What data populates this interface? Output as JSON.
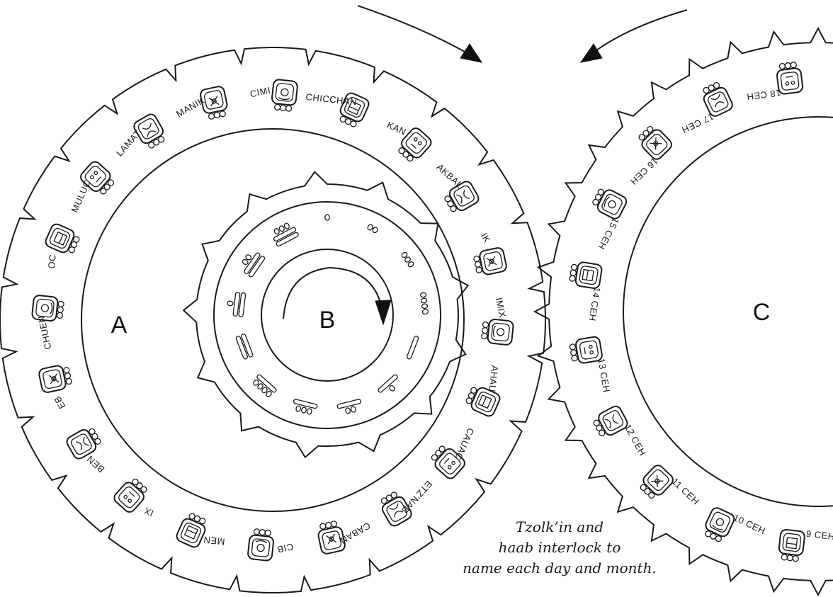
{
  "wheel_a": {
    "letter": "A",
    "day_names": [
      "CHICCHAN",
      "KAN",
      "AKBAL",
      "IK",
      "IMIX",
      "AHAU",
      "CAUAC",
      "ETZ'NAB",
      "CABAN",
      "CIB",
      "MEN",
      "IX",
      "BEN",
      "EB",
      "CHUEN",
      "OC",
      "MULUC",
      "LAMAT",
      "MANIK",
      "CIMI"
    ]
  },
  "wheel_b": {
    "letter": "B",
    "numbers": [
      1,
      2,
      3,
      4,
      5,
      6,
      7,
      8,
      9,
      10,
      11,
      12,
      13
    ]
  },
  "wheel_c": {
    "letter": "C",
    "month_labels": [
      "18 CEH",
      "17 CEH",
      "16 CEH",
      "15 CEH",
      "14 CEH",
      "13 CEH",
      "12 CEH",
      "11 CEH",
      "10 CEH",
      "9 CEH"
    ]
  },
  "caption": {
    "line1": "Tzolk’in and",
    "line2": "haab interlock to",
    "line3": "name each day and month."
  }
}
